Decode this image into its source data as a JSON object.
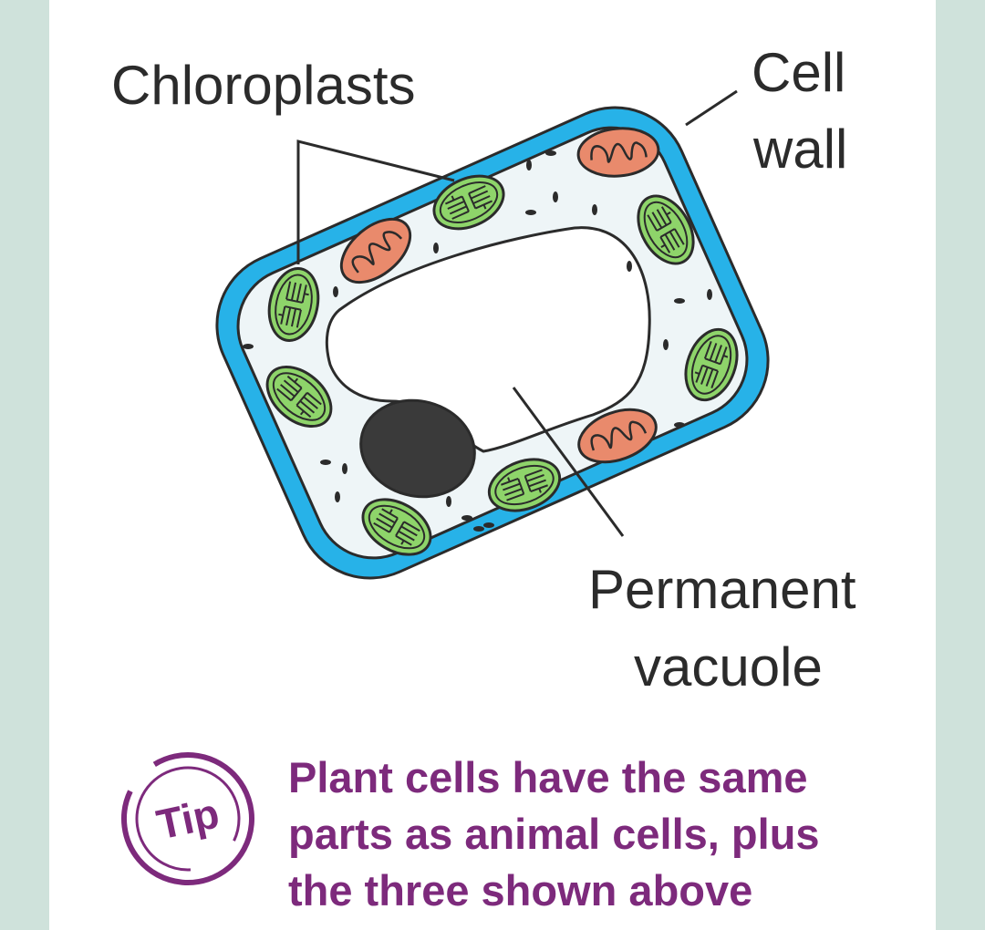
{
  "labels": {
    "chloroplasts": "Chloroplasts",
    "cell_wall_line1": "Cell",
    "cell_wall_line2": "wall",
    "vacuole_line1": "Permanent",
    "vacuole_line2": "vacuole"
  },
  "tip": {
    "badge": "Tip",
    "line1": "Plant cells have the same",
    "line2": "parts as animal cells, plus",
    "line3": "the three shown above"
  },
  "colors": {
    "background": "#cfe2db",
    "cell_wall": "#27b2e8",
    "cytoplasm": "#eef5f7",
    "chloroplast": "#8ed46a",
    "mitochondria": "#e98a6c",
    "nucleus": "#3a3a3a",
    "tip": "#7d2a7c"
  }
}
